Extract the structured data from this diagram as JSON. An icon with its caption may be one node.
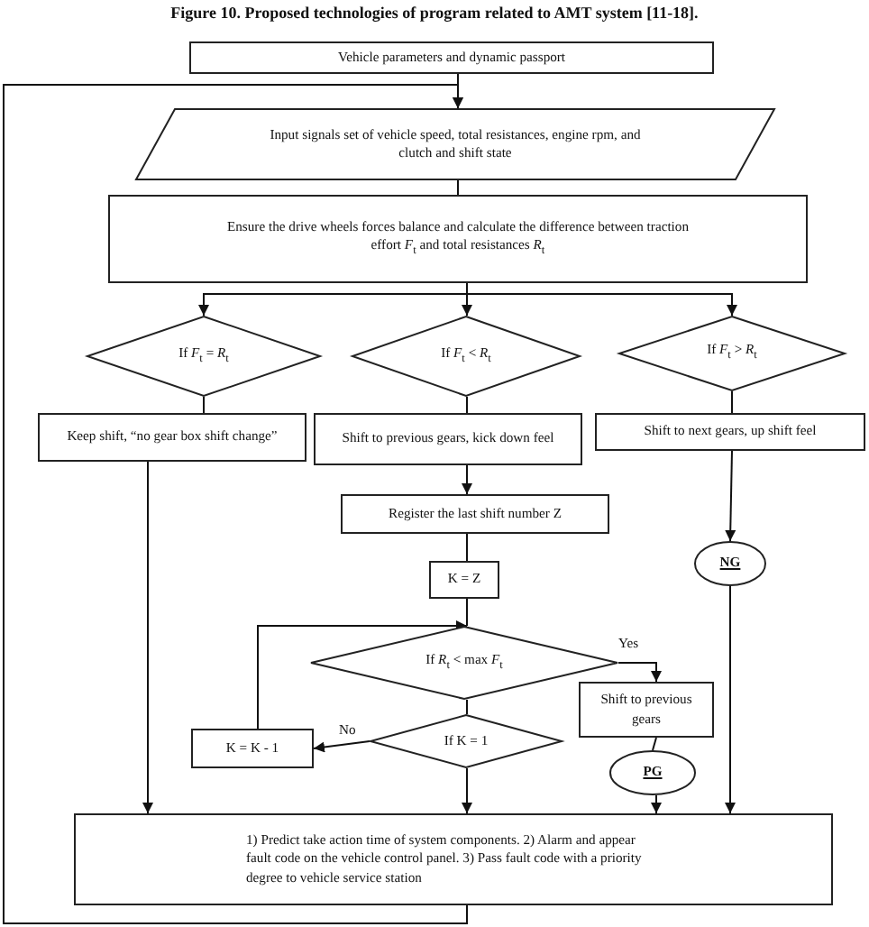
{
  "diagram": {
    "title": "Figure 10. Proposed technologies of program related to AMT system [11-18].",
    "nodes": [
      {
        "text": [
          "Vehicle parameters and dynamic passport"
        ]
      },
      {
        "text": [
          "Input signals set of vehicle speed, total resistances, engine rpm, and clutch and shift state"
        ]
      },
      {
        "text": [
          "Ensure the drive wheels forces balance and calculate the difference between traction effort *F*$_{t}$ and total resistances *R*$_{t}$"
        ]
      },
      {
        "text": [
          "If *F*$_{t}$ = *R*$_{t}$"
        ]
      },
      {
        "text": [
          "If *F*$_{t}$ < *R*$_{t}$"
        ]
      },
      {
        "text": [
          "If *F*$_{t}$ > *R*$_{t}$"
        ]
      },
      {
        "text": [
          "Keep shift, “no gear box shift change”"
        ]
      },
      {
        "text": [
          "Shift to previous gears, kick down feel"
        ]
      },
      {
        "text": [
          "Shift to next gears, up shift feel"
        ]
      },
      {
        "text": [
          "Register the last shift number Z"
        ]
      },
      {
        "text": [
          "NG"
        ]
      },
      {
        "text": [
          "K = Z"
        ]
      },
      {
        "text": [
          "If *R*$_{t}$ < max *F*$_{t}$"
        ]
      },
      {
        "text": [
          "Shift to previous gears"
        ]
      },
      {
        "text": [
          "If K = 1"
        ]
      },
      {
        "text": [
          "K = K - 1"
        ]
      },
      {
        "text": [
          "PG"
        ]
      },
      {
        "text": [
          "1) Predict take action time of system components. 2) Alarm and appear fault code on the vehicle control panel. 3) Pass fault code with a priority degree to vehicle service station"
        ]
      }
    ],
    "edges": [
      {
        "from": 0,
        "to": 1,
        "arrow": "to"
      },
      {
        "from": 1,
        "to": 2,
        "arrow": "none"
      },
      {
        "from": 2,
        "to": 3,
        "arrow": "to"
      },
      {
        "from": 2,
        "to": 4,
        "arrow": "to"
      },
      {
        "from": 2,
        "to": 5,
        "arrow": "to"
      },
      {
        "from": 3,
        "to": 6,
        "arrow": "none"
      },
      {
        "from": 4,
        "to": 7,
        "arrow": "none"
      },
      {
        "from": 5,
        "to": 8,
        "arrow": "none"
      },
      {
        "from": 7,
        "to": 9,
        "arrow": "to"
      },
      {
        "from": 9,
        "to": 11,
        "arrow": "none"
      },
      {
        "from": 11,
        "to": 12,
        "arrow": "none"
      },
      {
        "from": 12,
        "to": 13,
        "arrow": "to",
        "label": "Yes"
      },
      {
        "from": 12,
        "to": 14,
        "arrow": "none"
      },
      {
        "from": 14,
        "to": 15,
        "arrow": "to",
        "label": "No"
      },
      {
        "from": 15,
        "to": 12,
        "arrow": "to"
      },
      {
        "from": 13,
        "to": 16,
        "arrow": "none"
      },
      {
        "from": 16,
        "to": 17,
        "arrow": "to"
      },
      {
        "from": 8,
        "to": 10,
        "arrow": "to"
      },
      {
        "from": 10,
        "to": 17,
        "arrow": "to"
      },
      {
        "from": 6,
        "to": 17,
        "arrow": "to"
      },
      {
        "from": 14,
        "to": 17,
        "arrow": "to"
      },
      {
        "from": 17,
        "to": 1,
        "arrow": "to"
      }
    ]
  }
}
